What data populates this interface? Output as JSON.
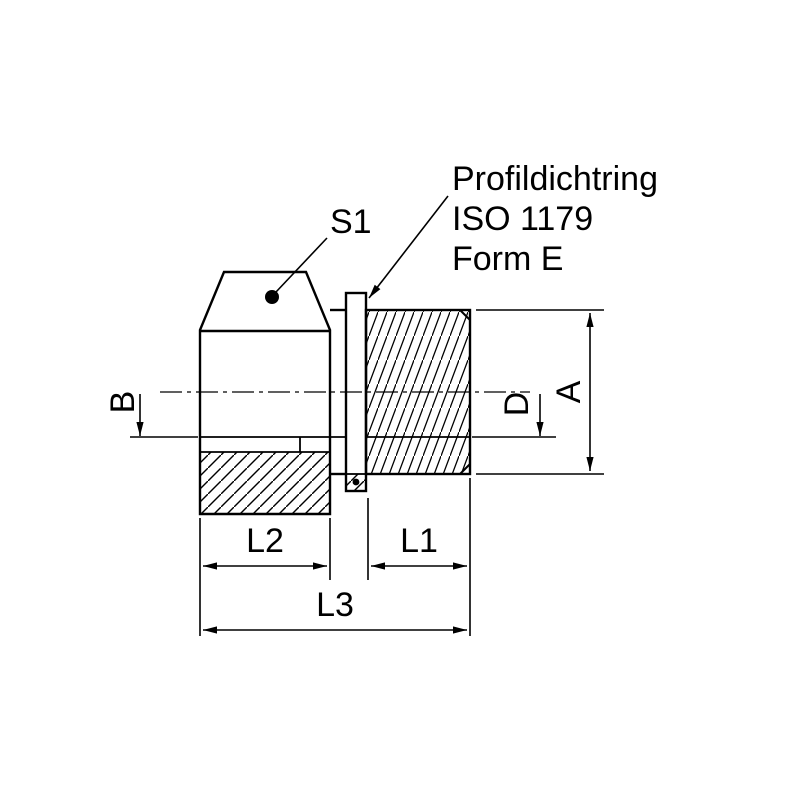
{
  "drawing": {
    "type": "technical-section-drawing",
    "subject": "straight male stud fitting with profile sealing ring",
    "background": "#ffffff",
    "line_color": "#000000",
    "callouts": {
      "s1": "S1",
      "seal": {
        "line1": "Profildichtring",
        "line2": "ISO 1179",
        "line3": "Form E"
      }
    },
    "dimensions": {
      "a": "A",
      "b": "B",
      "d": "D",
      "l1": "L1",
      "l2": "L2",
      "l3": "L3"
    }
  }
}
